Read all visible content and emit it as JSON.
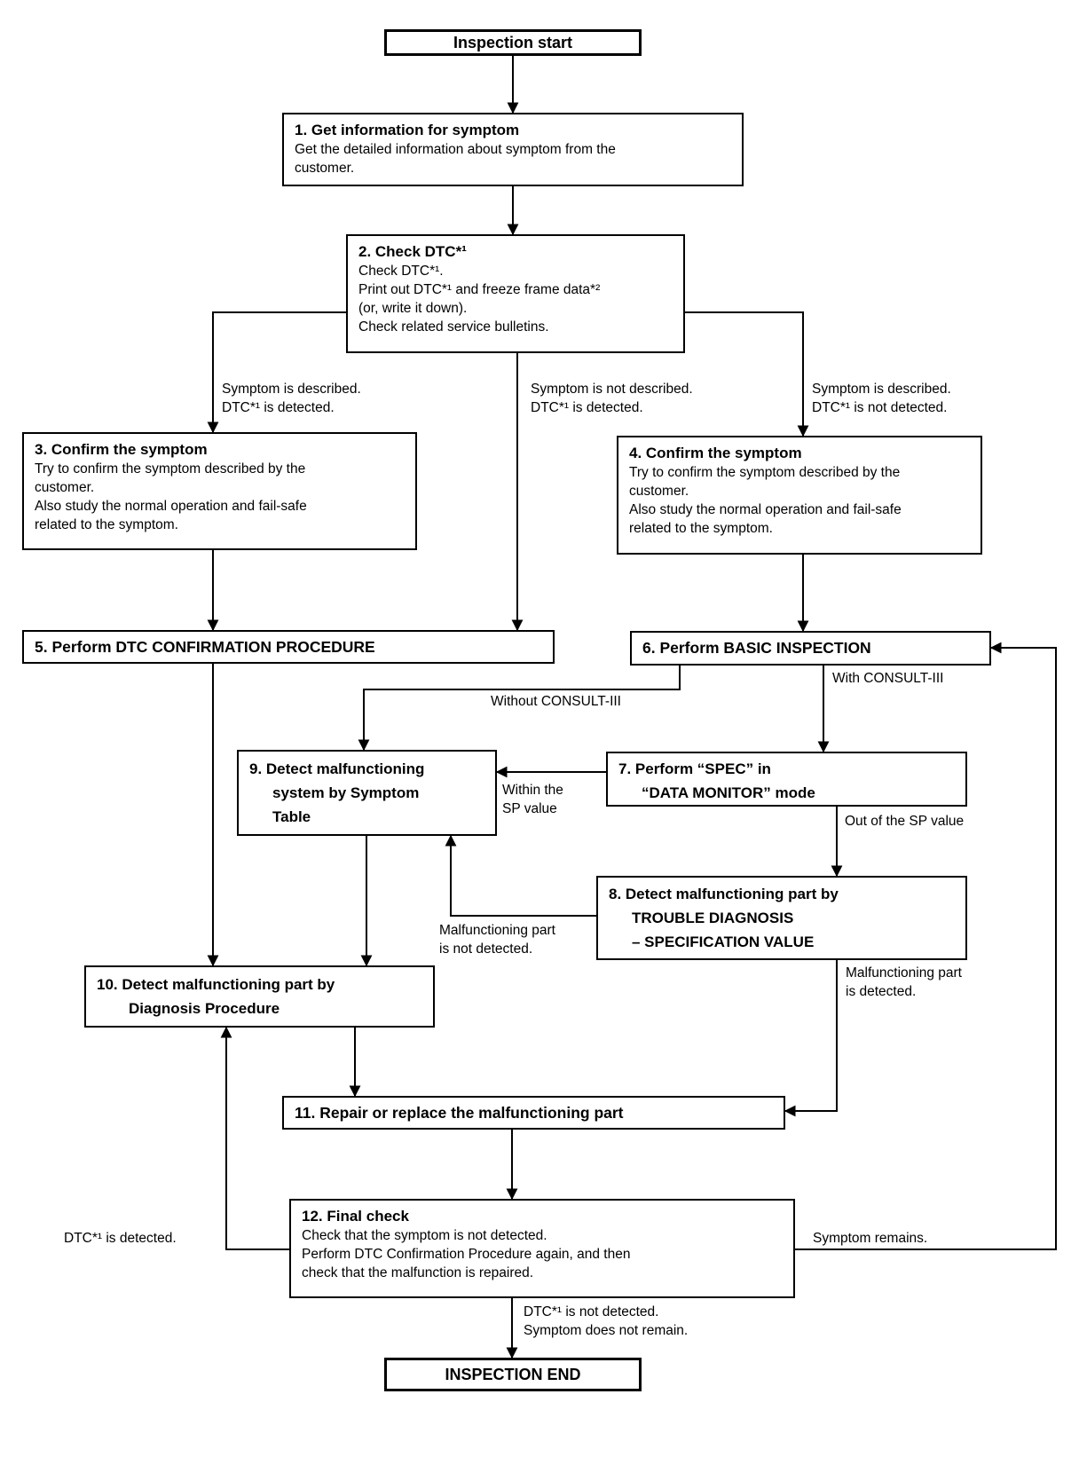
{
  "colors": {
    "ink": "#000000",
    "paper": "#ffffff"
  },
  "terminals": {
    "start": {
      "label": "Inspection start"
    },
    "end": {
      "label": "INSPECTION END"
    }
  },
  "boxes": {
    "b1": {
      "title": "1. Get information for symptom",
      "body": [
        "Get the detailed information about symptom from the",
        "customer."
      ]
    },
    "b2": {
      "title": "2. Check DTC*¹",
      "body": [
        "Check DTC*¹.",
        "Print out DTC*¹ and freeze frame data*²",
        "(or, write it down).",
        "Check related service bulletins."
      ]
    },
    "b3": {
      "title": "3. Confirm the symptom",
      "body": [
        "Try to confirm the symptom described by the",
        "customer.",
        "Also study the normal operation and fail-safe",
        "related to the symptom."
      ]
    },
    "b4": {
      "title": "4. Confirm the symptom",
      "body": [
        "Try to confirm the symptom described by the",
        "customer.",
        "Also study the normal operation and fail-safe",
        "related to the symptom."
      ]
    },
    "b5": {
      "title": "5. Perform DTC CONFIRMATION PROCEDURE"
    },
    "b6": {
      "title": "6. Perform BASIC INSPECTION"
    },
    "b7": {
      "lines": [
        "7. Perform “SPEC” in",
        "“DATA MONITOR” mode"
      ]
    },
    "b8": {
      "lines": [
        "8. Detect malfunctioning part by",
        "TROUBLE DIAGNOSIS",
        "– SPECIFICATION VALUE"
      ]
    },
    "b9": {
      "lines": [
        "9. Detect malfunctioning",
        "system by Symptom",
        "Table"
      ]
    },
    "b10": {
      "lines": [
        "10. Detect malfunctioning part by",
        "Diagnosis Procedure"
      ]
    },
    "b11": {
      "title": "11. Repair or replace the malfunctioning part"
    },
    "b12": {
      "title": "12. Final check",
      "body": [
        "Check that the symptom is not detected.",
        "Perform DTC Confirmation Procedure again, and then",
        "check that the malfunction is repaired."
      ]
    }
  },
  "edges": {
    "branch_left": [
      "Symptom is described.",
      "DTC*¹ is detected."
    ],
    "branch_middle": [
      "Symptom is not described.",
      "DTC*¹ is detected."
    ],
    "branch_right": [
      "Symptom is described.",
      "DTC*¹ is not detected."
    ],
    "without_consult": "Without CONSULT-III",
    "with_consult": "With CONSULT-III",
    "within_sp": [
      "Within the",
      "SP value"
    ],
    "out_of_sp": "Out of the SP value",
    "part_not_detected": [
      "Malfunctioning part",
      "is not detected."
    ],
    "part_detected": [
      "Malfunctioning part",
      "is detected."
    ],
    "dtc_detected": "DTC*¹ is detected.",
    "symptom_remains": "Symptom remains.",
    "final_ok": [
      "DTC*¹ is not detected.",
      "Symptom does not remain."
    ]
  }
}
